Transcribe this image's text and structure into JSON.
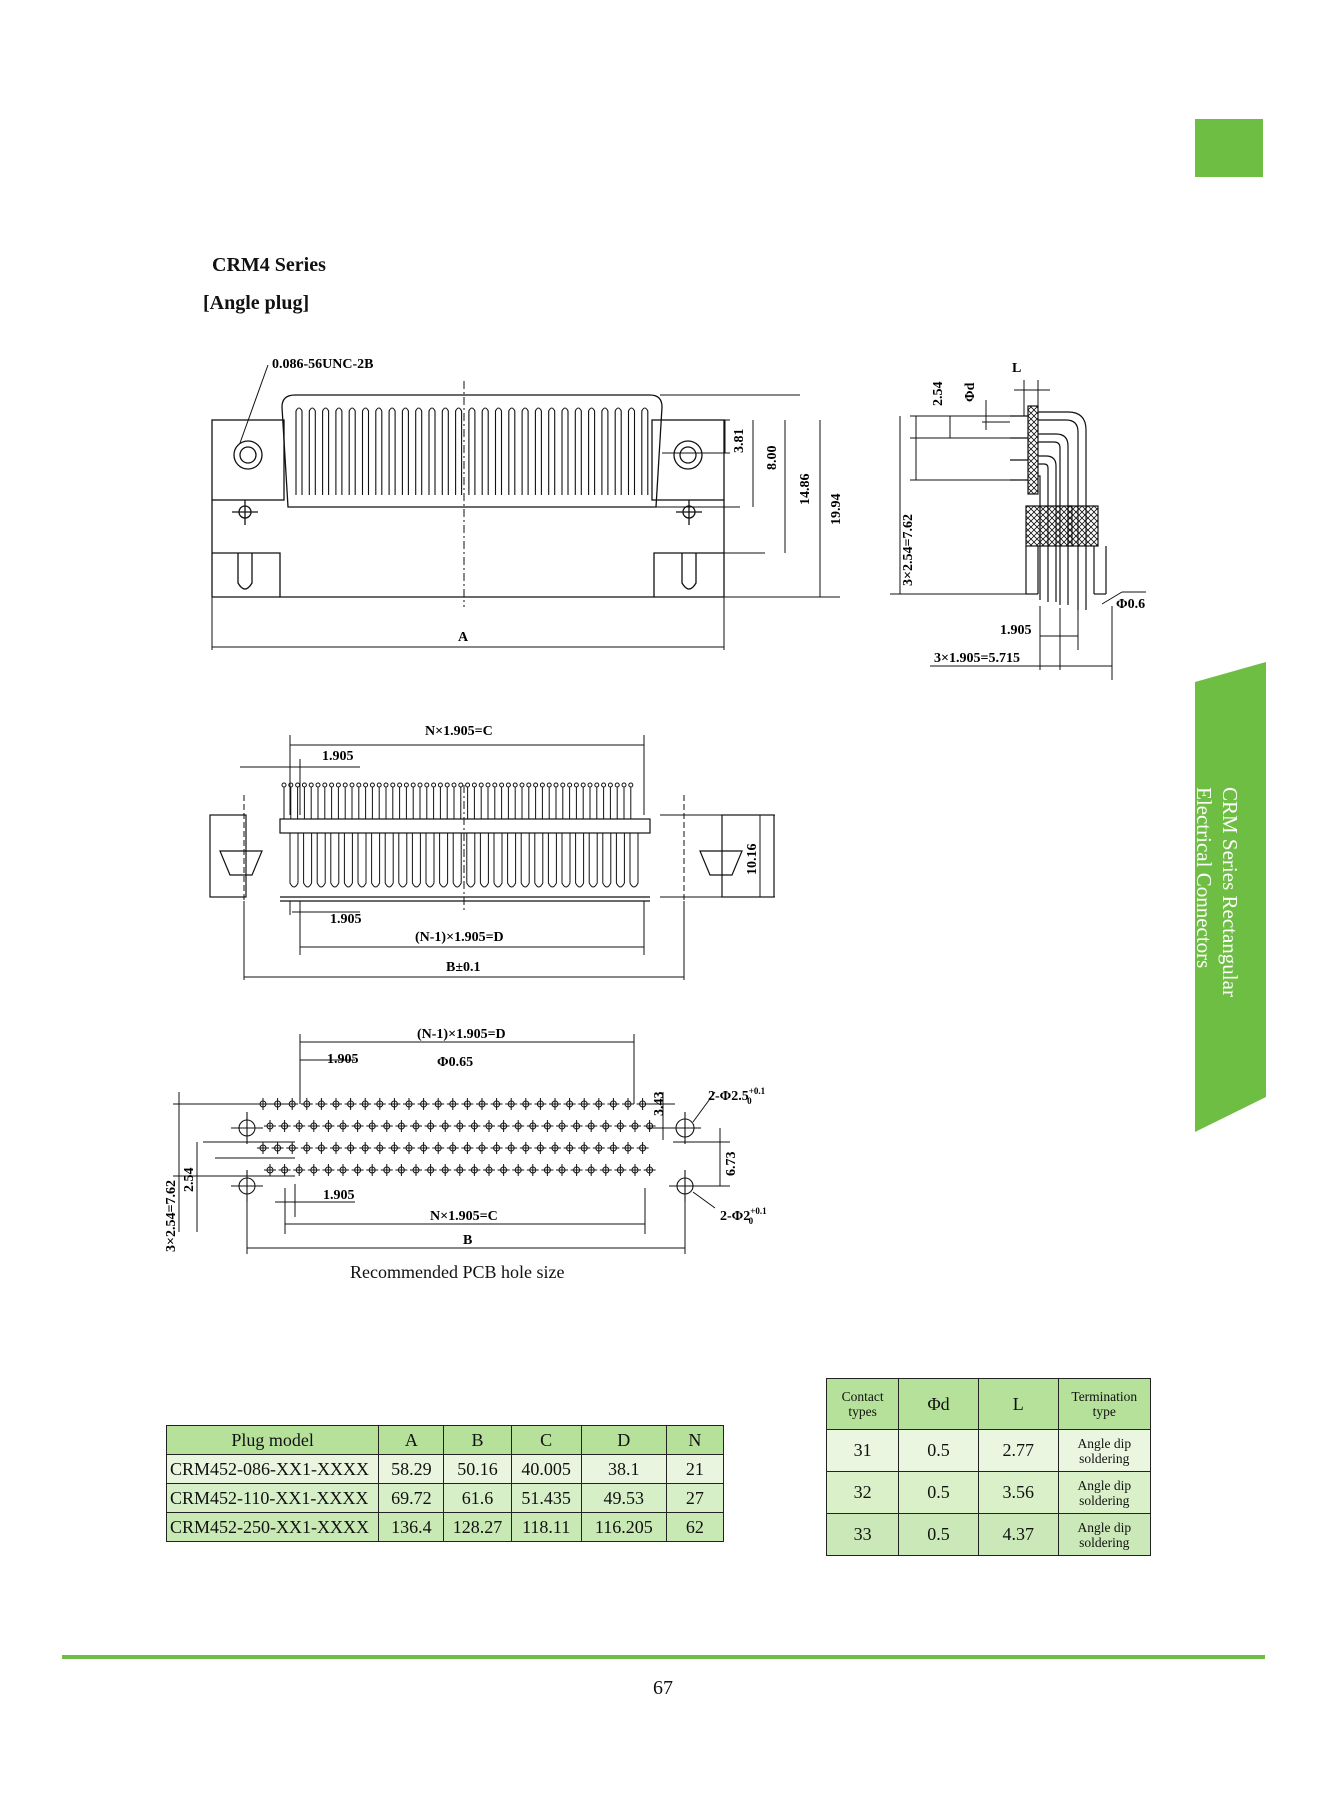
{
  "header": {
    "series_title": "CRM4 Series",
    "subtitle": "[Angle plug]"
  },
  "side_tab": {
    "line1": "CRM Series Rectangular",
    "line2": "Electrical Connectors",
    "color": "#6fbe44"
  },
  "drawing_front": {
    "thread_label": "0.086-56UNC-2B",
    "dim_a": "A",
    "dim_381": "3.81",
    "dim_800": "8.00",
    "dim_1486": "14.86",
    "dim_1994": "19.94"
  },
  "drawing_side": {
    "dim_l": "L",
    "dim_254": "2.54",
    "dim_phid": "Φd",
    "dim_762": "3×2.54=7.62",
    "dim_phi06": "Φ0.6",
    "dim_1905": "1.905",
    "dim_5715": "3×1.905=5.715"
  },
  "drawing_bottom": {
    "dim_c": "N×1.905=C",
    "dim_1905_top": "1.905",
    "dim_1016": "10.16",
    "dim_1905_bottom": "1.905",
    "dim_d": "(N-1)×1.905=D",
    "dim_b": "B±0.1"
  },
  "drawing_pcb": {
    "dim_d": "(N-1)×1.905=D",
    "dim_1905_top": "1.905",
    "dim_phi065": "Φ0.65",
    "dim_phi25": "2-Φ2.5",
    "dim_phi25_tol": "+0.1",
    "dim_phi25_low": "0",
    "dim_343": "3.43",
    "dim_673": "6.73",
    "dim_phi2": "2-Φ2",
    "dim_phi2_tol": "+0.1",
    "dim_phi2_low": "0",
    "dim_762": "3×2.54=7.62",
    "dim_254": "2.54",
    "dim_1905_bottom": "1.905",
    "dim_c": "N×1.905=C",
    "dim_b": "B",
    "caption": "Recommended PCB hole size"
  },
  "plug_table": {
    "headers": [
      "Plug model",
      "A",
      "B",
      "C",
      "D",
      "N"
    ],
    "rows": [
      [
        "CRM452-086-XX1-XXXX",
        "58.29",
        "50.16",
        "40.005",
        "38.1",
        "21"
      ],
      [
        "CRM452-110-XX1-XXXX",
        "69.72",
        "61.6",
        "51.435",
        "49.53",
        "27"
      ],
      [
        "CRM452-250-XX1-XXXX",
        "136.4",
        "128.27",
        "118.11",
        "116.205",
        "62"
      ]
    ]
  },
  "contact_table": {
    "headers": [
      "Contact types",
      "Φd",
      "L",
      "Termination type"
    ],
    "rows": [
      [
        "31",
        "0.5",
        "2.77",
        "Angle dip soldering"
      ],
      [
        "32",
        "0.5",
        "3.56",
        "Angle dip soldering"
      ],
      [
        "33",
        "0.5",
        "4.37",
        "Angle dip soldering"
      ]
    ]
  },
  "footer": {
    "page_number": "67",
    "rule_color": "#6fbe44"
  }
}
